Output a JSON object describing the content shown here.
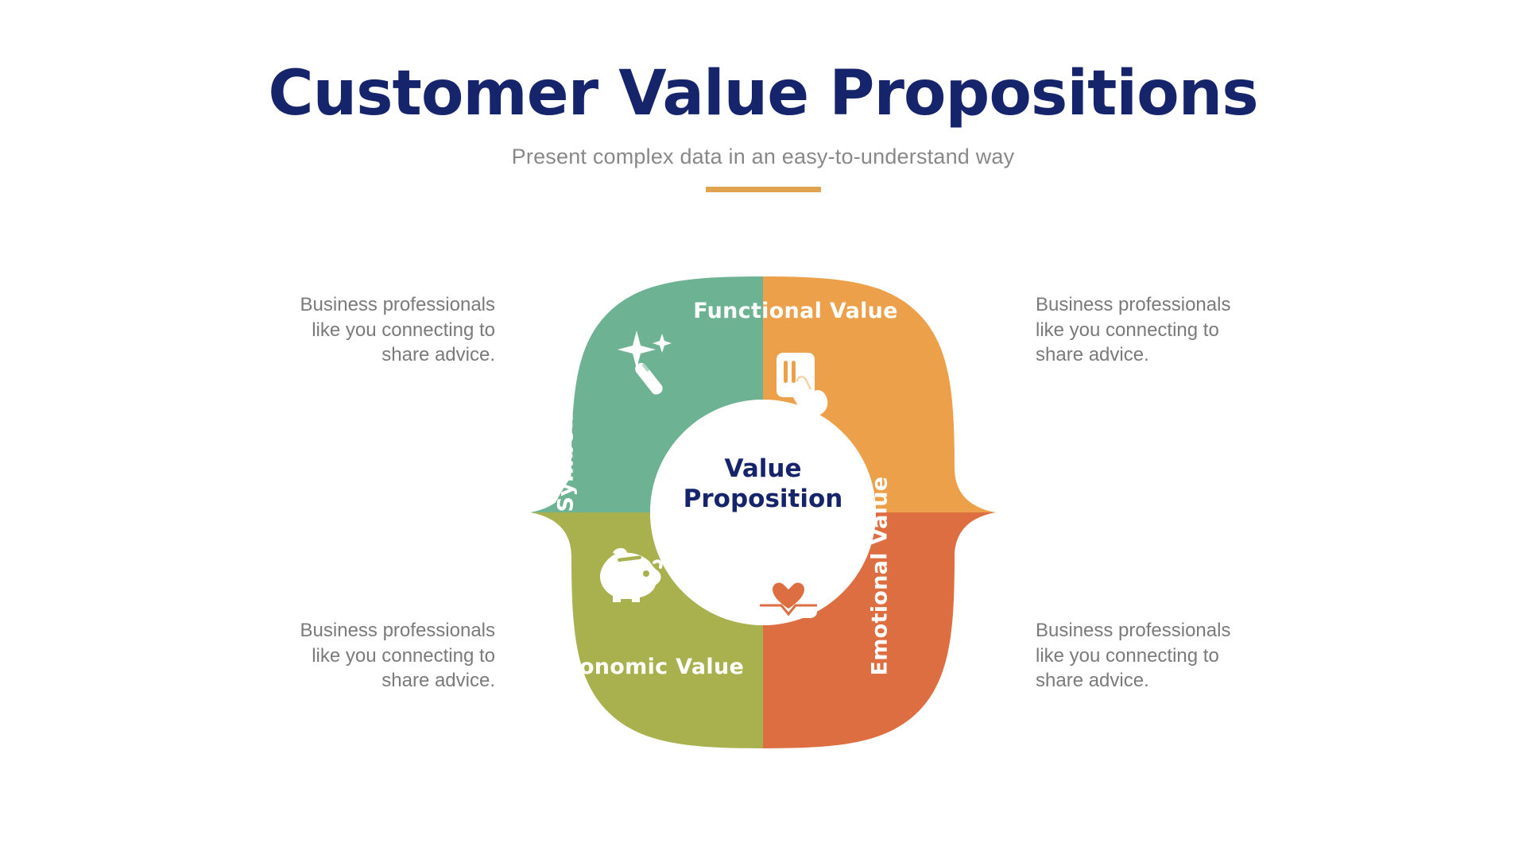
{
  "header": {
    "title": "Customer Value Propositions",
    "subtitle": "Present complex data in an easy-to-understand way",
    "divider_color": "#E0A44E"
  },
  "diagram": {
    "center": {
      "line1": "Value",
      "line2": "Proposition",
      "text_color": "#16256B",
      "fill": "#FFFFFF"
    },
    "quadrants": [
      {
        "id": "symbolic",
        "label": "Symbolic Value",
        "color": "#6DB393",
        "icon": "magic-wand-icon",
        "position": "top-left",
        "orientation": "vertical"
      },
      {
        "id": "functional",
        "label": "Functional Value",
        "color": "#EDA04A",
        "icon": "hand-card-icon",
        "position": "top-right",
        "orientation": "horizontal"
      },
      {
        "id": "emotional",
        "label": "Emotional Value",
        "color": "#DD6E42",
        "icon": "envelope-heart-icon",
        "position": "bottom-right",
        "orientation": "vertical"
      },
      {
        "id": "economic",
        "label": "Economic Value",
        "color": "#A9B14E",
        "icon": "piggy-bank-icon",
        "position": "bottom-left",
        "orientation": "horizontal"
      }
    ]
  },
  "descriptions": {
    "symbolic": "Business professionals like you connecting to share advice.",
    "functional": "Business professionals like you connecting to share advice.",
    "economic": "Business professionals like you connecting to share advice.",
    "emotional": "Business professionals like you connecting to share advice."
  }
}
